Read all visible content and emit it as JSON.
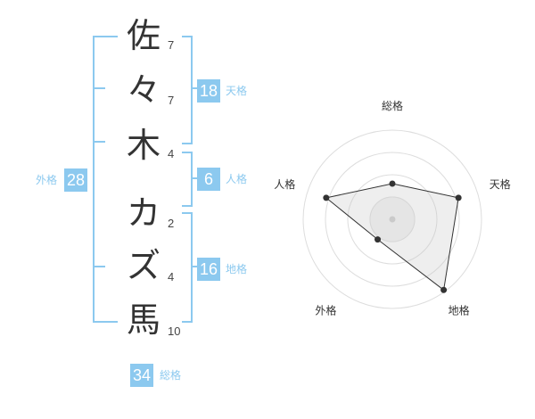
{
  "name": {
    "characters": [
      {
        "char": "佐",
        "strokes": "7"
      },
      {
        "char": "々",
        "strokes": "7"
      },
      {
        "char": "木",
        "strokes": "4"
      },
      {
        "char": "カ",
        "strokes": "2"
      },
      {
        "char": "ズ",
        "strokes": "4"
      },
      {
        "char": "馬",
        "strokes": "10"
      }
    ]
  },
  "fortune": {
    "tenkaku": {
      "label": "天格",
      "value": "18"
    },
    "jinkaku": {
      "label": "人格",
      "value": "6"
    },
    "chikaku": {
      "label": "地格",
      "value": "16"
    },
    "gaikaku": {
      "label": "外格",
      "value": "28"
    },
    "soukaku": {
      "label": "総格",
      "value": "34"
    }
  },
  "colors": {
    "accent": "#8cc9ef",
    "text": "#333333"
  },
  "chart_data": {
    "type": "radar",
    "axes": [
      "総格",
      "天格",
      "地格",
      "外格",
      "人格"
    ],
    "series": [
      {
        "values": [
          0.4,
          0.78,
          0.98,
          0.28,
          0.78
        ]
      }
    ],
    "max": 1.0,
    "rings": 4,
    "grid": true
  }
}
